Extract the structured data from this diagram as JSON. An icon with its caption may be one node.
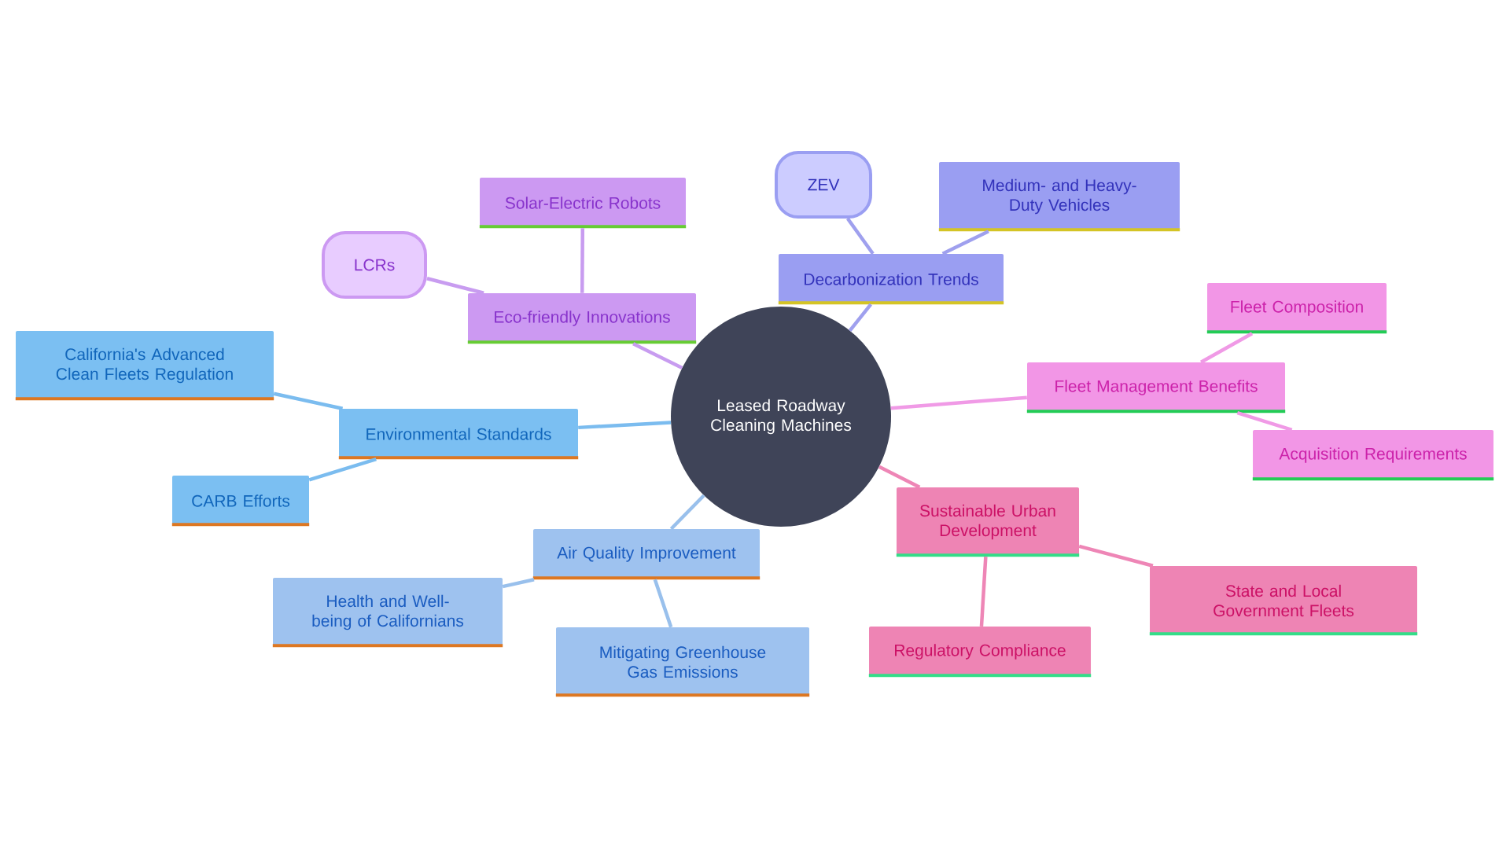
{
  "diagram": {
    "nodes": [
      {
        "text": [
          "Leased Roadway Cleaning Machines"
        ]
      },
      {
        "text": [
          "Eco-friendly Innovations"
        ]
      },
      {
        "text": [
          "Solar-Electric Robots"
        ]
      },
      {
        "text": [
          "LCRs"
        ]
      },
      {
        "text": [
          "Decarbonization Trends"
        ]
      },
      {
        "text": [
          "ZEV"
        ]
      },
      {
        "text": [
          "Medium- and Heavy-Duty Vehicles"
        ]
      },
      {
        "text": [
          "Fleet Management Benefits"
        ]
      },
      {
        "text": [
          "Fleet Composition"
        ]
      },
      {
        "text": [
          "Acquisition Requirements"
        ]
      },
      {
        "text": [
          "Sustainable Urban Development"
        ]
      },
      {
        "text": [
          "Regulatory Compliance"
        ]
      },
      {
        "text": [
          "State and Local Government Fleets"
        ]
      },
      {
        "text": [
          "Air Quality Improvement"
        ]
      },
      {
        "text": [
          "Health and Well-being of Californians"
        ]
      },
      {
        "text": [
          "Mitigating Greenhouse Gas Emissions"
        ]
      },
      {
        "text": [
          "Environmental Standards"
        ]
      },
      {
        "text": [
          "California's Advanced Clean Fleets Regulation"
        ]
      },
      {
        "text": [
          "CARB Efforts"
        ]
      }
    ],
    "edges": [
      {
        "from": 0,
        "to": 1,
        "arrow": "none",
        "color": "#c89cf0"
      },
      {
        "from": 1,
        "to": 2,
        "arrow": "none",
        "color": "#c89cf0"
      },
      {
        "from": 1,
        "to": 3,
        "arrow": "none",
        "color": "#c89cf0"
      },
      {
        "from": 0,
        "to": 4,
        "arrow": "none",
        "color": "#9fa0ee"
      },
      {
        "from": 4,
        "to": 5,
        "arrow": "none",
        "color": "#9fa0ee"
      },
      {
        "from": 4,
        "to": 6,
        "arrow": "none",
        "color": "#9fa0ee"
      },
      {
        "from": 0,
        "to": 7,
        "arrow": "none",
        "color": "#f09ae6"
      },
      {
        "from": 7,
        "to": 8,
        "arrow": "none",
        "color": "#f09ae6"
      },
      {
        "from": 7,
        "to": 9,
        "arrow": "none",
        "color": "#f09ae6"
      },
      {
        "from": 0,
        "to": 10,
        "arrow": "none",
        "color": "#ee86b6"
      },
      {
        "from": 10,
        "to": 11,
        "arrow": "none",
        "color": "#ee86b6"
      },
      {
        "from": 10,
        "to": 12,
        "arrow": "none",
        "color": "#ee86b6"
      },
      {
        "from": 0,
        "to": 13,
        "arrow": "none",
        "color": "#99c0ec"
      },
      {
        "from": 13,
        "to": 14,
        "arrow": "none",
        "color": "#99c0ec"
      },
      {
        "from": 13,
        "to": 15,
        "arrow": "none",
        "color": "#99c0ec"
      },
      {
        "from": 0,
        "to": 16,
        "arrow": "none",
        "color": "#7bbcef"
      },
      {
        "from": 16,
        "to": 17,
        "arrow": "none",
        "color": "#7bbcef"
      },
      {
        "from": 16,
        "to": 18,
        "arrow": "none",
        "color": "#7bbcef"
      }
    ]
  }
}
